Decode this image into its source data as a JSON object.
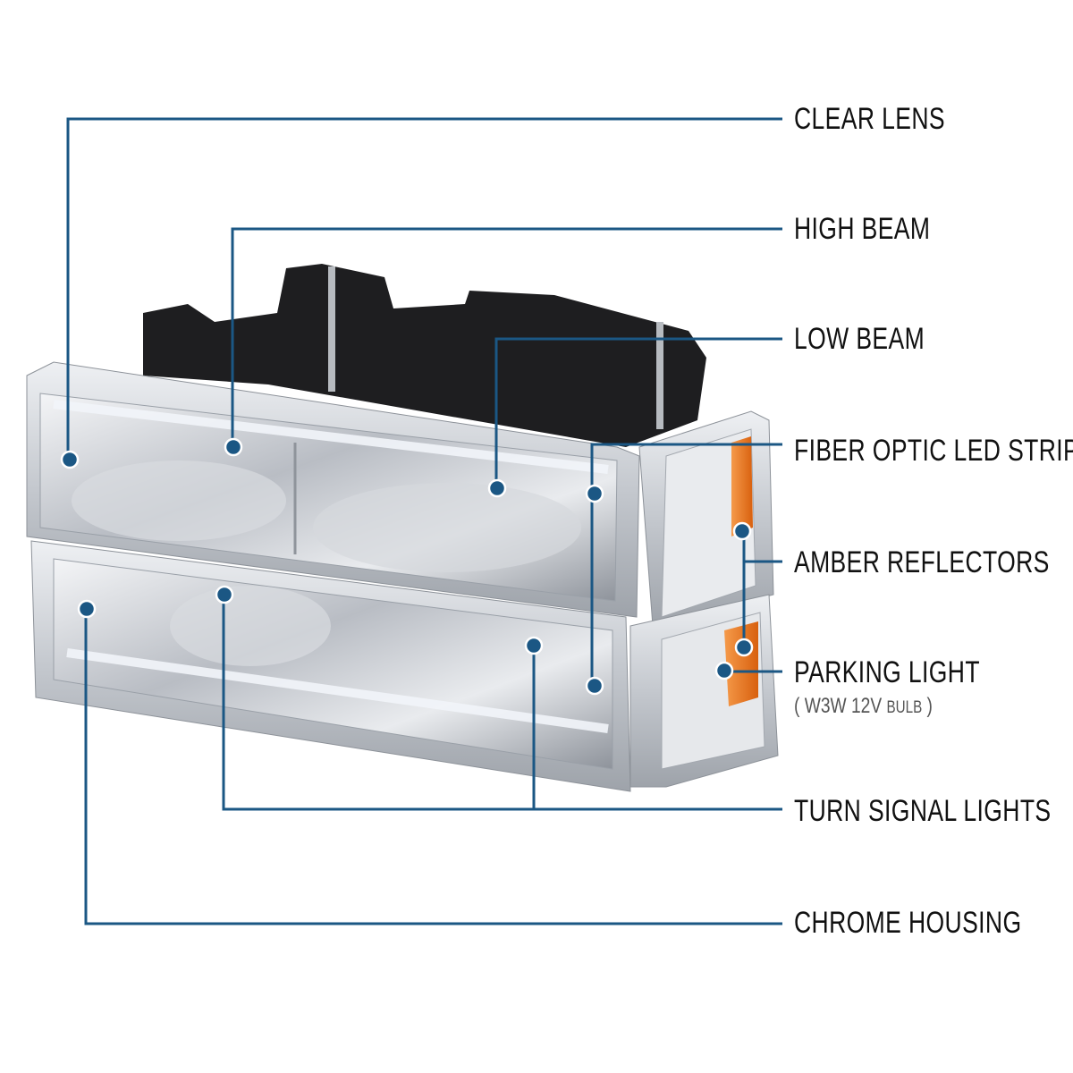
{
  "callouts": {
    "clear_lens": "CLEAR LENS",
    "high_beam": "HIGH BEAM",
    "low_beam": "LOW BEAM",
    "fiber_optic": "FIBER OPTIC LED STRIPS",
    "amber_reflectors": "AMBER REFLECTORS",
    "parking_light": "PARKING LIGHT",
    "parking_bulb_open": "(",
    "parking_bulb_spec": "W3W 12V",
    "parking_bulb_word": "BULB",
    "parking_bulb_close": ")",
    "turn_signal": "TURN SIGNAL LIGHTS",
    "chrome_housing": "CHROME HOUSING"
  },
  "colors": {
    "leader": "#1b5784",
    "amber": "#e8741e",
    "chrome": "#c9ccd2",
    "housing": "#1c1c1e"
  }
}
